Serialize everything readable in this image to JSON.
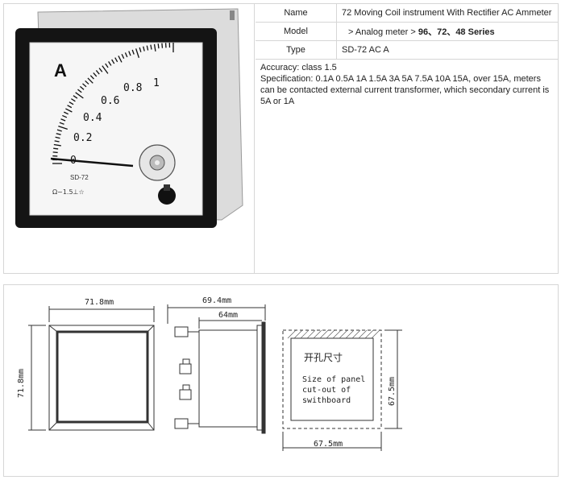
{
  "specs": [
    {
      "key": "Name",
      "value": "72 Moving Coil instrument With Rectifier AC Ammeter"
    },
    {
      "key": "Model",
      "value_prefix": "> Analog meter > ",
      "value_bold": "96、72、48 Series"
    },
    {
      "key": "Type",
      "value": "SD-72 AC A"
    }
  ],
  "accuracy": "Accuracy: class 1.5",
  "specification": "Specification: 0.1A 0.5A 1A 1.5A 3A 5A 7.5A 10A 15A, over 15A, meters can be contacted external current transformer, which secondary current is 5A or 1A",
  "meter": {
    "unit": "A",
    "scale_labels": [
      "0",
      "0.2",
      "0.4",
      "0.6",
      "0.8",
      "1"
    ],
    "model_text": "SD-72",
    "symbols": "Ω~1.5⊥☆"
  },
  "drawing": {
    "front_width": "71.8mm",
    "front_height": "71.8mm",
    "side_total": "69.4mm",
    "side_body": "64mm",
    "cutout_title": "开孔尺寸",
    "cutout_line1": "Size of panel",
    "cutout_line2": "cut-out of",
    "cutout_line3": "swithboard",
    "cutout_height": "67.5mm",
    "cutout_width": "67.5mm"
  }
}
